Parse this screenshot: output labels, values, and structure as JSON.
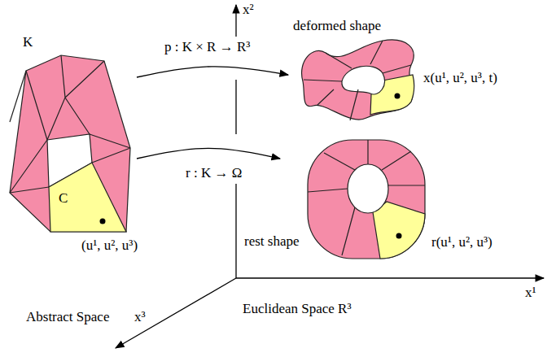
{
  "diagram": {
    "nodes": [
      {
        "text": [
          "K"
        ]
      },
      {
        "text": [
          "C"
        ],
        "in": 0
      },
      {
        "text": [
          "deformed shape",
          "x(u¹, u², u³, t)"
        ]
      },
      {
        "text": [
          "rest shape",
          "r(u¹, u², u³)"
        ]
      }
    ],
    "edges": [
      {
        "from": 0,
        "to": 2,
        "arrow": "to",
        "label": "p : K × R → R³"
      },
      {
        "from": 0,
        "to": 3,
        "arrow": "to",
        "label": "r : K → Ω"
      }
    ],
    "labels": [
      "x²",
      "(u¹, u², u³)",
      "Abstract Space",
      "Euclidean Space R³",
      "x¹",
      "x³"
    ]
  }
}
